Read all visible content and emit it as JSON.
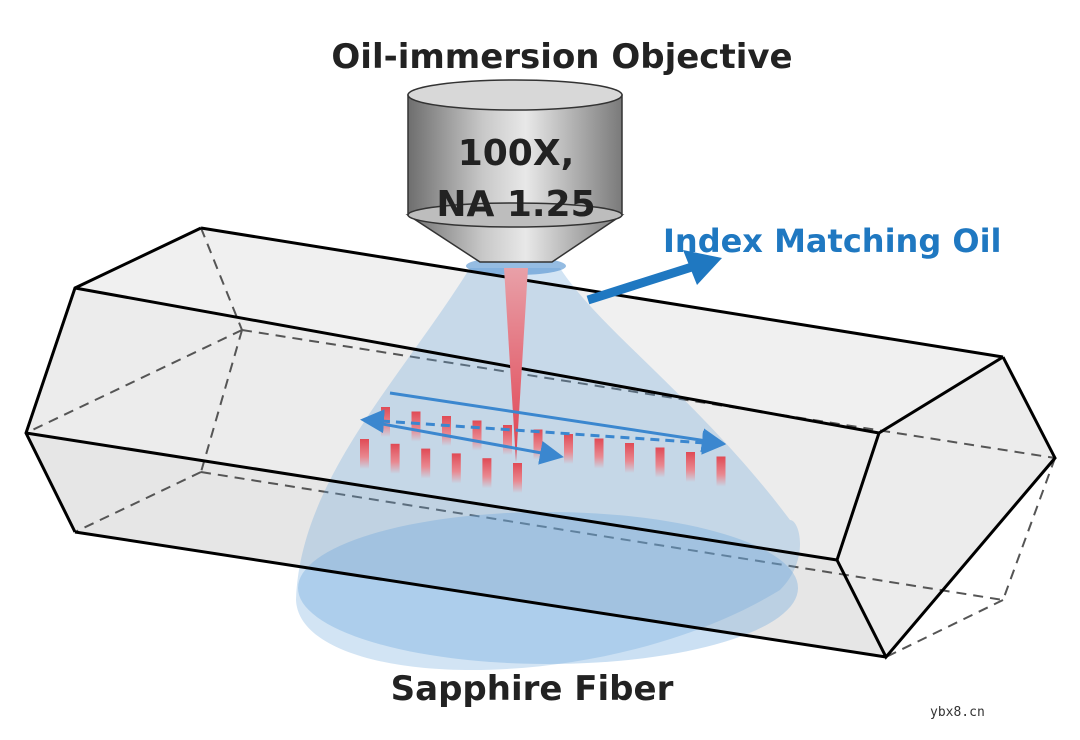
{
  "title": "Oil-immersion Objective",
  "objective": {
    "line1": "100X,",
    "line2": "NA 1.25"
  },
  "oil_label": "Index Matching Oil",
  "fiber_label": "Sapphire Fiber",
  "watermark": "ybx8.cn",
  "colors": {
    "accent_blue": "#1f78c1",
    "beam_red": "#e0404f",
    "cone_blue": "#6aa6dc"
  }
}
